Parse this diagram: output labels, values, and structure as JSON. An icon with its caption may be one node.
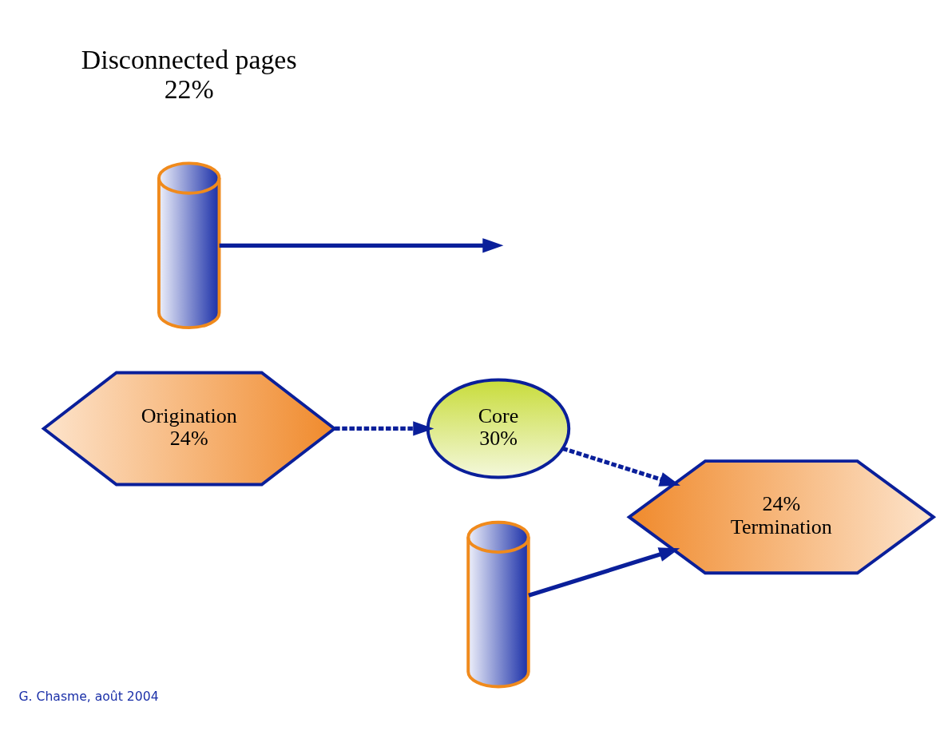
{
  "diagram": {
    "caption": "G. Chasme, août 2004",
    "nodes": [
      {
        "text": [
          "Origination",
          "24%"
        ]
      },
      {
        "text": [
          "Core",
          "30%"
        ]
      },
      {
        "text": [
          "24%",
          "Termination"
        ]
      },
      {
        "text": [],
        "shape": "tube"
      },
      {
        "text": [],
        "shape": "tube"
      }
    ],
    "edges": [
      {
        "from": 0,
        "to": 1,
        "arrow": "to",
        "style": "dashed"
      },
      {
        "from": 1,
        "to": 2,
        "arrow": "to",
        "style": "dashed"
      },
      {
        "from": 3,
        "to": null,
        "arrow": "to"
      },
      {
        "from": 4,
        "to": 2,
        "arrow": "to"
      }
    ],
    "labels": [
      "Disconnected pages",
      "22%"
    ]
  }
}
